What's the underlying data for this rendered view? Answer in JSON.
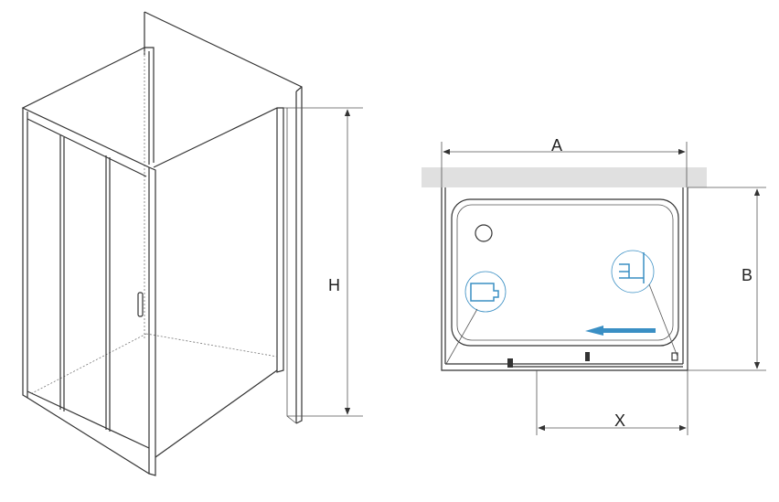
{
  "labels": {
    "height": "H",
    "width": "A",
    "depth": "B",
    "door_opening": "X"
  },
  "colors": {
    "line": "#333333",
    "accent": "#3a8fc4",
    "wall": "#e0e0e0"
  }
}
